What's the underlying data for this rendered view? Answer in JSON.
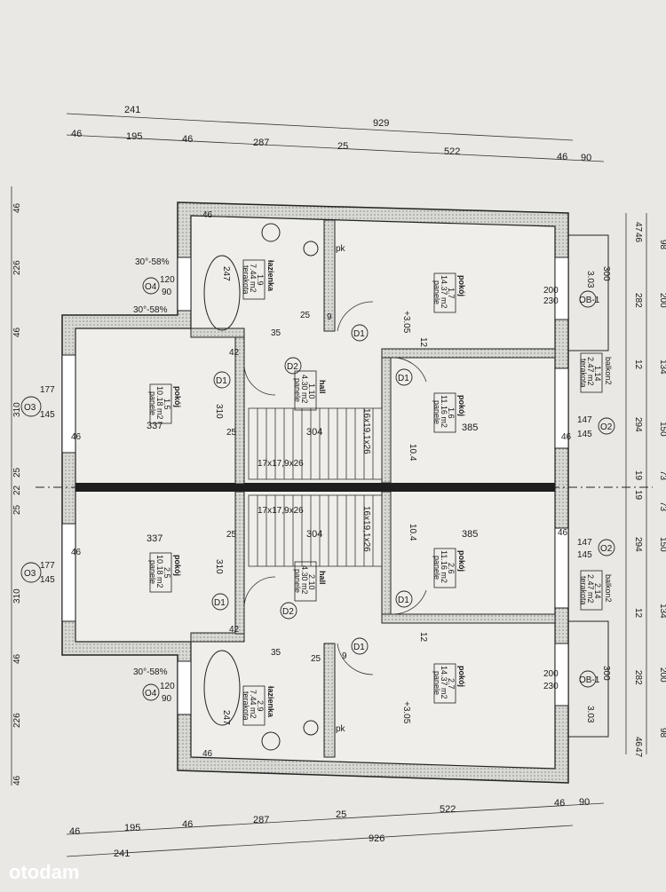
{
  "top_dims": {
    "row1": [
      "241",
      "929"
    ],
    "row2": [
      "46",
      "195",
      "46",
      "287",
      "25",
      "522",
      "46",
      "90"
    ]
  },
  "bottom_dims": {
    "row1": [
      "46",
      "195",
      "46",
      "287",
      "25",
      "522",
      "46",
      "90"
    ],
    "row2": [
      "241",
      "926"
    ]
  },
  "left_dims": [
    "46",
    "226",
    "46",
    "310",
    "25",
    "22",
    "25",
    "310",
    "46",
    "226",
    "46"
  ],
  "right_dims_outer": [
    "98",
    "200",
    "134",
    "150",
    "73",
    "73",
    "150",
    "134",
    "200",
    "98"
  ],
  "right_dims_inner": [
    "47",
    "46",
    "282",
    "12",
    "294",
    "19",
    "19",
    "294",
    "12",
    "282",
    "46",
    "47"
  ],
  "rooms": [
    {
      "name": "pokój",
      "num": "1.7",
      "area": "14.37 m2",
      "finish": "panele"
    },
    {
      "name": "pokój",
      "num": "1.6",
      "area": "11.16 m2",
      "finish": "panele"
    },
    {
      "name": "pokój",
      "num": "1.5",
      "area": "10.18 m2",
      "finish": "panele"
    },
    {
      "name": "łazienka",
      "num": "1.9",
      "area": "7.44 m2",
      "finish": "terakota"
    },
    {
      "name": "hall",
      "num": "1.10",
      "area": "4.30 m2",
      "finish": "panele"
    },
    {
      "name": "balkon2",
      "num": "1.14",
      "area": "2.47 m2",
      "finish": "terakota"
    },
    {
      "name": "pokój",
      "num": "2.7",
      "area": "14.37 m2",
      "finish": "panele"
    },
    {
      "name": "pokój",
      "num": "2.6",
      "area": "11.16 m2",
      "finish": "panele"
    },
    {
      "name": "pokój",
      "num": "2.5",
      "area": "10.18 m2",
      "finish": "panele"
    },
    {
      "name": "łazienka",
      "num": "2.9",
      "area": "7.44 m2",
      "finish": "terakota"
    },
    {
      "name": "hall",
      "num": "2.10",
      "area": "4.30 m2",
      "finish": "panele"
    },
    {
      "name": "balkon2",
      "num": "2.14",
      "area": "2.47 m2",
      "finish": "terakota"
    }
  ],
  "labels": {
    "level": "+3.05",
    "level2": "3.03",
    "stairs": "17x17,9x26",
    "stairs2": "16x19,1x26",
    "d1": "D1",
    "d2": "D2",
    "o2": "O2",
    "o3": "O3",
    "o4": "O4",
    "ob1": "OB-1",
    "pk": "pk",
    "roof_angle": "30°-58%",
    "roof_num": "120",
    "roof_num2": "90",
    "win_200": "200",
    "win_230": "230",
    "win_147": "147",
    "win_145": "145",
    "win_177": "177",
    "v300": "300",
    "d337": "337",
    "d385": "385",
    "d304": "304",
    "d310": "310",
    "d247": "247",
    "d104": "10.4",
    "d35": "35",
    "d42": "42",
    "d25": "25",
    "d46": "46",
    "d12": "12",
    "d9": "9"
  },
  "watermark": "otodam"
}
